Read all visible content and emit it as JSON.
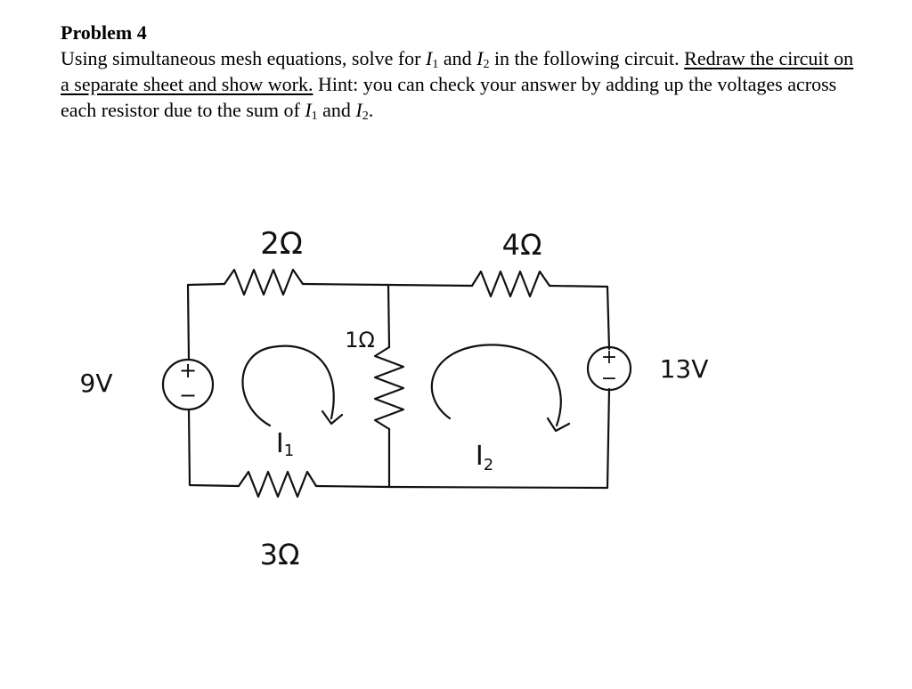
{
  "problem": {
    "title": "Problem 4",
    "line1_a": "Using simultaneous mesh equations, solve for ",
    "I": "I",
    "sub1": "1",
    "sub2": "2",
    "and": " and ",
    "line1_b": " in the following circuit. ",
    "underlined": "Redraw the circuit on a separate sheet and show work.",
    "hint_a": " Hint: you can check your answer by adding up the voltages across each resistor due to the sum of ",
    "end": "."
  },
  "circuit": {
    "r_top_left": "2Ω",
    "r_top_right": "4Ω",
    "r_middle": "1Ω",
    "r_bottom": "3Ω",
    "v_left": "9V",
    "v_right": "13V",
    "src_plus": "+",
    "src_minus": "−",
    "mesh1_label": "I",
    "mesh1_sub": "1",
    "mesh2_label": "I",
    "mesh2_sub": "2"
  }
}
